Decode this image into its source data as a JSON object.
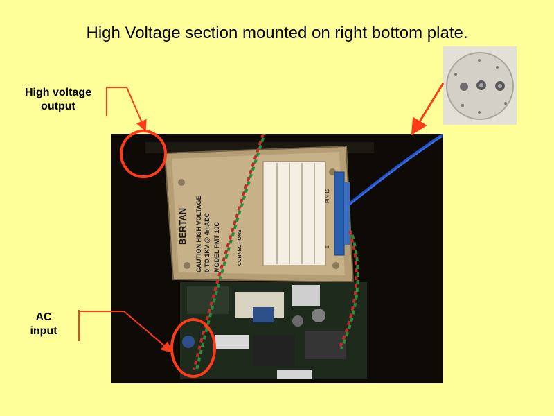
{
  "slide": {
    "title": "High Voltage section mounted on right bottom plate."
  },
  "callouts": {
    "high_voltage": {
      "label": "High voltage output"
    },
    "ac_input": {
      "label": "AC input"
    }
  },
  "module": {
    "brand": "BERTAN",
    "caution_line1": "CAUTION HIGH VOLTAGE",
    "caution_line2": "0 TO 1KV @ 4mADC",
    "model": "MODEL PMT-10C",
    "connections_title": "CONNECTIONS",
    "pin_1": "1",
    "pin_12": "PIN 12"
  },
  "colors": {
    "background": "#ffff99",
    "callout_red": "#ff3b1a",
    "label_plate": "#c9b98f"
  }
}
